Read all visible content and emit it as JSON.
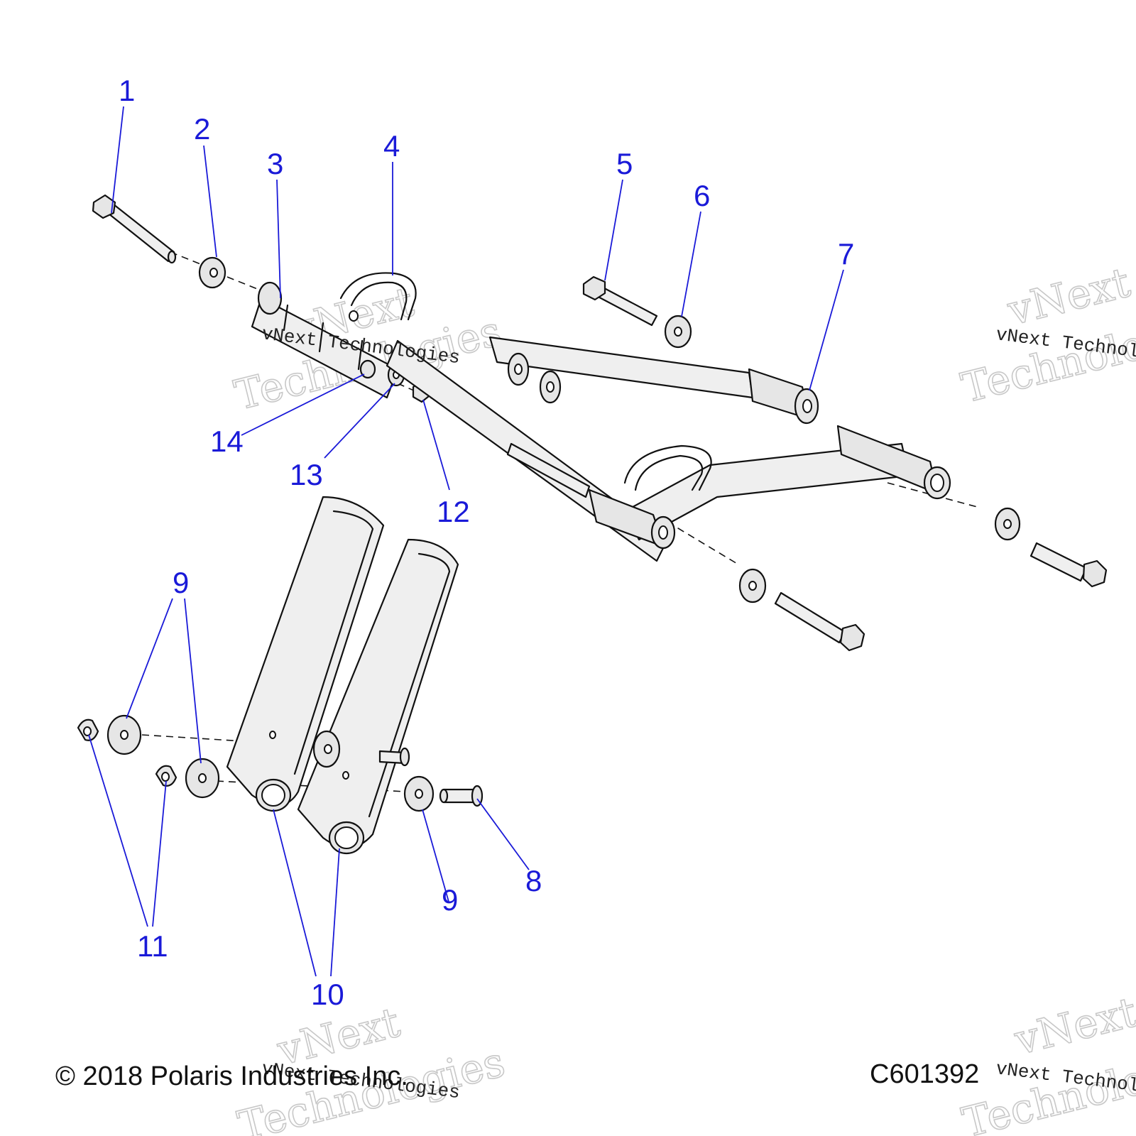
{
  "callouts": [
    {
      "id": "1",
      "label": "1"
    },
    {
      "id": "2",
      "label": "2"
    },
    {
      "id": "3",
      "label": "3"
    },
    {
      "id": "4",
      "label": "4"
    },
    {
      "id": "5",
      "label": "5"
    },
    {
      "id": "6",
      "label": "6"
    },
    {
      "id": "7",
      "label": "7"
    },
    {
      "id": "8",
      "label": "8"
    },
    {
      "id": "9a",
      "label": "9"
    },
    {
      "id": "9b",
      "label": "9"
    },
    {
      "id": "10",
      "label": "10"
    },
    {
      "id": "11",
      "label": "11"
    },
    {
      "id": "12",
      "label": "12"
    },
    {
      "id": "13",
      "label": "13"
    },
    {
      "id": "14",
      "label": "14"
    }
  ],
  "footer": {
    "copyright": "© 2018 Polaris Industries Inc.",
    "diagram_code": "C601392"
  },
  "watermark": {
    "small_text": "vNext Technologies",
    "big_line1": "vNext",
    "big_line2": "Technologies"
  },
  "colors": {
    "callout": "#1a1ad8",
    "line_art": "#111111",
    "watermark": "#c8c8c8"
  }
}
